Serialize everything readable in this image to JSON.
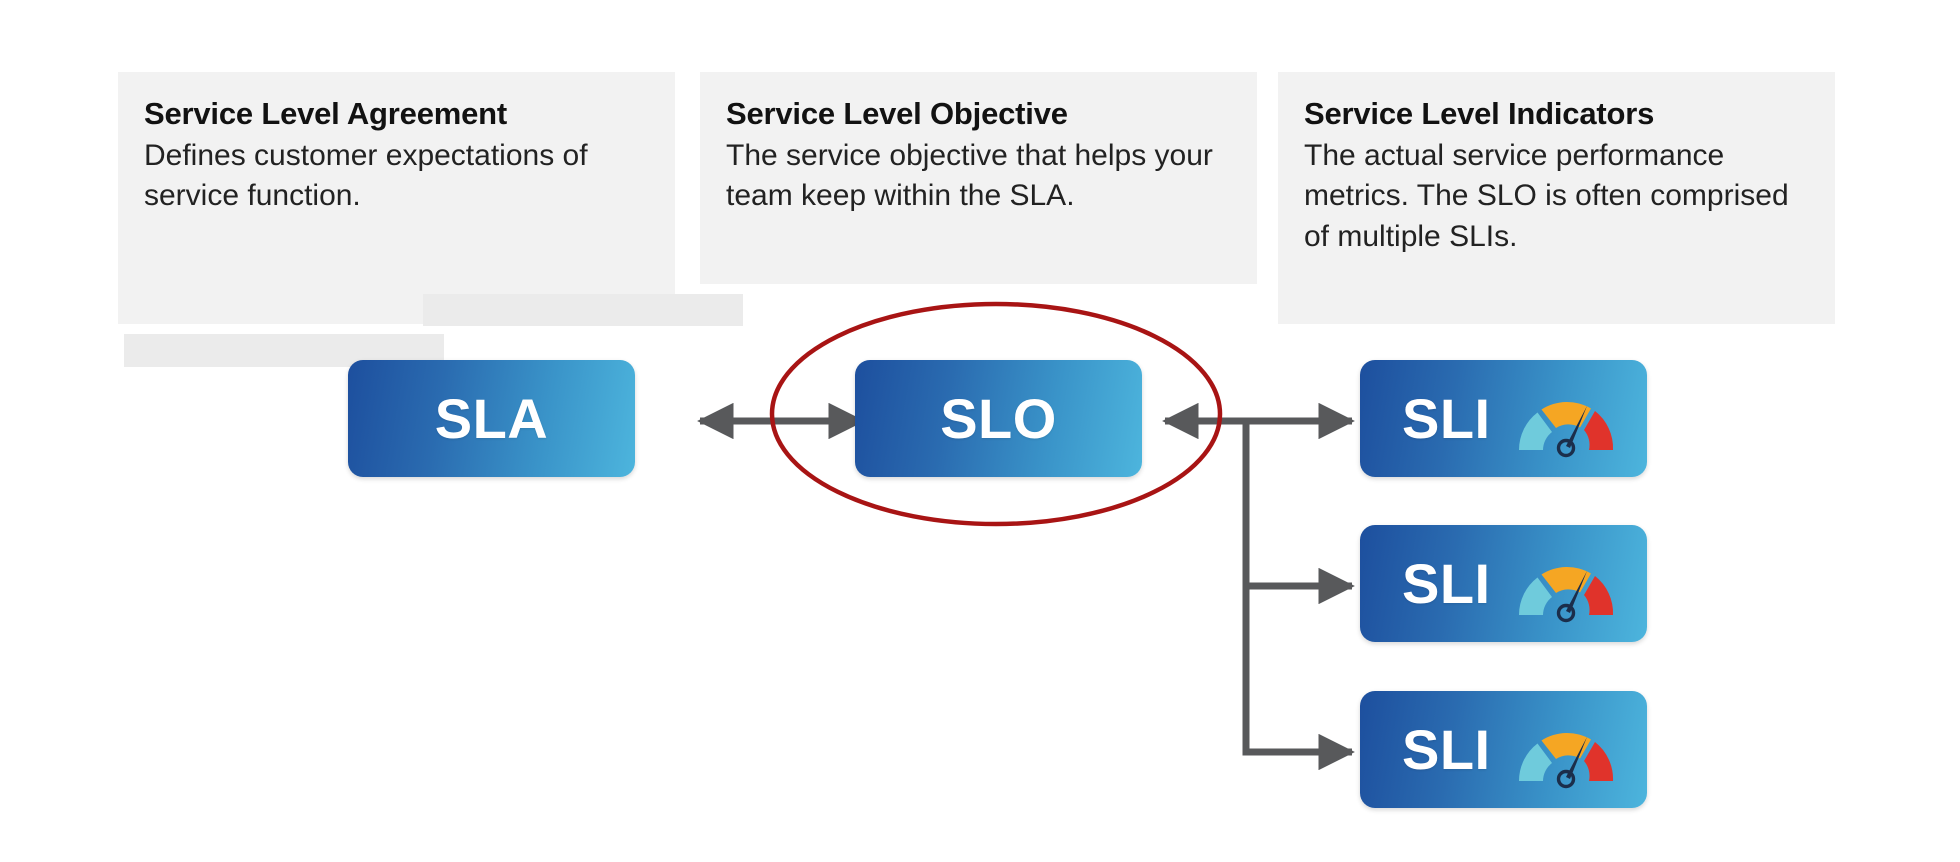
{
  "diagram": {
    "type": "flow",
    "title": "Service Level Agreement / Objective / Indicators relationship",
    "background_color": "#FFFFFF",
    "panel_background_color": "#F2F2F2",
    "badge_gradient_from": "#1D4F9E",
    "badge_gradient_to": "#4DB5DD",
    "connector_color": "#58595B",
    "annotation_color": "#A81414"
  },
  "panels": [
    {
      "id": "sla",
      "title": "Service Level Agreement",
      "body": "Defines customer expectations of service function."
    },
    {
      "id": "slo",
      "title": "Service Level Objective",
      "body": "The service objective that helps your team keep within the SLA."
    },
    {
      "id": "sli",
      "title": "Service Level Indicators",
      "body": "The actual service performance metrics. The SLO is often comprised of multiple SLIs."
    }
  ],
  "nodes": [
    {
      "id": "sla",
      "label": "SLA",
      "has_gauge_icon": false
    },
    {
      "id": "slo",
      "label": "SLO",
      "has_gauge_icon": false,
      "highlighted": true
    },
    {
      "id": "sli1",
      "label": "SLI",
      "has_gauge_icon": true
    },
    {
      "id": "sli2",
      "label": "SLI",
      "has_gauge_icon": true
    },
    {
      "id": "sli3",
      "label": "SLI",
      "has_gauge_icon": true
    }
  ],
  "connections": [
    {
      "from": "sla",
      "to": "slo",
      "style": "double-headed-arrow"
    },
    {
      "from": "sli1",
      "to": "slo",
      "style": "arrow"
    },
    {
      "from": "slo",
      "to": "sli1",
      "style": "arrow"
    },
    {
      "from": "slo",
      "to": "sli2",
      "style": "arrow"
    },
    {
      "from": "slo",
      "to": "sli3",
      "style": "arrow"
    }
  ],
  "annotation": {
    "shape": "ellipse",
    "targets": "slo",
    "color": "#A81414"
  },
  "gauge_icon": {
    "name": "gauge-icon",
    "segments": [
      {
        "name": "low",
        "color": "#6FCBDC"
      },
      {
        "name": "medium",
        "color": "#F5A623"
      },
      {
        "name": "high",
        "color": "#E0332B"
      }
    ],
    "needle_color": "#1B2E4B"
  }
}
